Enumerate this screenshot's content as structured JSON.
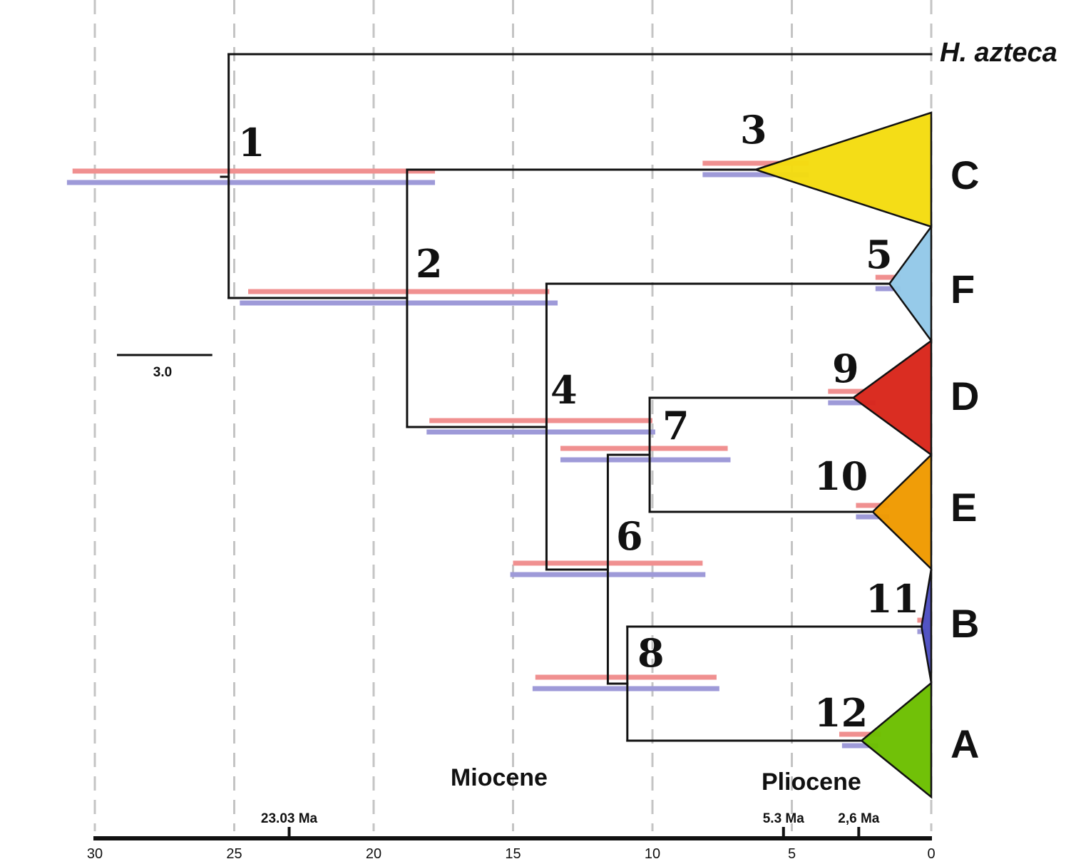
{
  "outgroup": "H. azteca",
  "scale_bar": {
    "value": 3.0,
    "label": "3.0"
  },
  "axis": {
    "ticks": [
      30,
      25,
      20,
      15,
      10,
      5,
      0
    ],
    "tick_labels": [
      "30",
      "25",
      "20",
      "15",
      "10",
      "5",
      "0"
    ],
    "boundaries": [
      {
        "ma": 23.03,
        "label": "23.03 Ma"
      },
      {
        "ma": 5.3,
        "label": "5.3 Ma"
      },
      {
        "ma": 2.6,
        "label": "2,6 Ma"
      }
    ]
  },
  "epochs": [
    {
      "name": "Miocene",
      "center_ma": 15.5
    },
    {
      "name": "Pliocene",
      "center_ma": 4.3
    }
  ],
  "colors": {
    "red_bar": "#f09090",
    "blue_bar": "#9e9ad8",
    "C": "#f4dc0f",
    "F": "#93c8e8",
    "D": "#d9261b",
    "E": "#ef9a00",
    "B": "#4c4ec2",
    "A": "#6cbf00"
  },
  "nodes": [
    {
      "id": "1",
      "age": 25.2,
      "red": [
        30.8,
        17.8
      ],
      "blue": [
        31.0,
        17.8
      ]
    },
    {
      "id": "2",
      "age": 18.8,
      "red": [
        24.5,
        13.7
      ],
      "blue": [
        24.8,
        13.4
      ]
    },
    {
      "id": "3",
      "age": 6.3,
      "red": [
        8.2,
        4.4
      ],
      "blue": [
        8.2,
        4.4
      ]
    },
    {
      "id": "4",
      "age": 13.8,
      "red": [
        18.0,
        10.0
      ],
      "blue": [
        18.1,
        9.9
      ]
    },
    {
      "id": "5",
      "age": 1.5,
      "red": [
        2.0,
        1.1
      ],
      "blue": [
        2.0,
        1.1
      ]
    },
    {
      "id": "6",
      "age": 11.6,
      "red": [
        15.0,
        8.2
      ],
      "blue": [
        15.1,
        8.1
      ]
    },
    {
      "id": "7",
      "age": 10.1,
      "red": [
        13.3,
        7.3
      ],
      "blue": [
        13.3,
        7.2
      ]
    },
    {
      "id": "8",
      "age": 10.9,
      "red": [
        14.2,
        7.7
      ],
      "blue": [
        14.3,
        7.6
      ]
    },
    {
      "id": "9",
      "age": 2.8,
      "red": [
        3.7,
        2.4
      ],
      "blue": [
        3.7,
        2.0
      ]
    },
    {
      "id": "10",
      "age": 2.1,
      "red": [
        2.7,
        1.5
      ],
      "blue": [
        2.7,
        1.5
      ]
    },
    {
      "id": "11",
      "age": 0.35,
      "red": [
        0.5,
        0.2
      ],
      "blue": [
        0.5,
        0.2
      ]
    },
    {
      "id": "12",
      "age": 2.5,
      "red": [
        3.3,
        1.8
      ],
      "blue": [
        3.2,
        1.9
      ]
    }
  ],
  "clades": [
    {
      "label": "C",
      "node": "3"
    },
    {
      "label": "F",
      "node": "5"
    },
    {
      "label": "D",
      "node": "9"
    },
    {
      "label": "E",
      "node": "10"
    },
    {
      "label": "B",
      "node": "11"
    },
    {
      "label": "A",
      "node": "12"
    }
  ]
}
